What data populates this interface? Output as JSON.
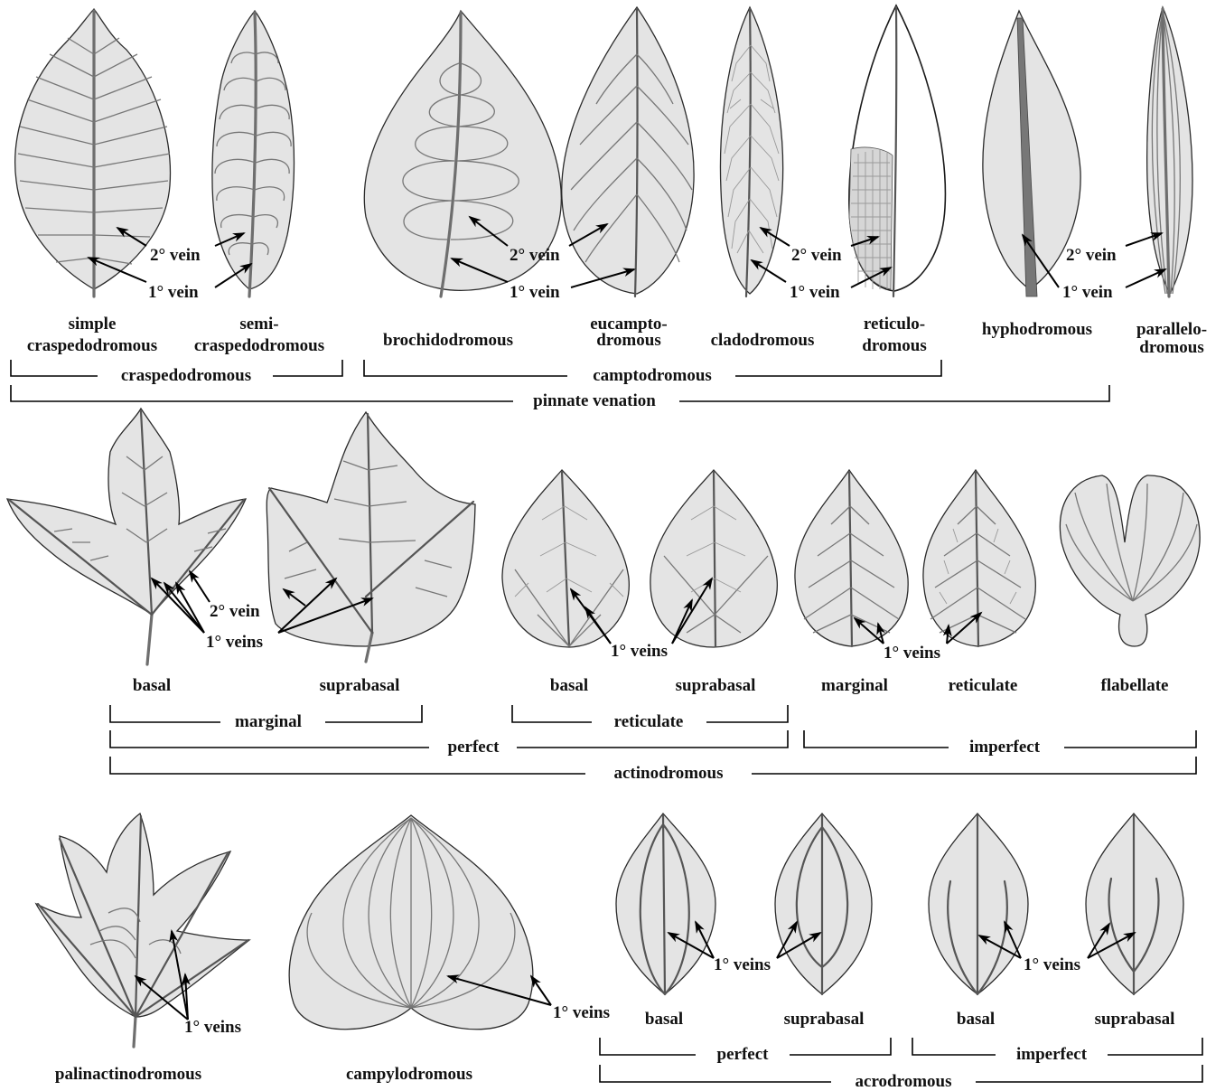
{
  "row1": {
    "labels": {
      "simple": [
        "simple",
        "craspedodromous"
      ],
      "semi": [
        "semi-",
        "craspedodromous"
      ],
      "brochido": "brochidodromous",
      "eucampto": [
        "eucampto-",
        "dromous"
      ],
      "clado": "cladodromous",
      "reticulo": [
        "reticulo-",
        "dromous"
      ],
      "hypho": "hyphodromous",
      "parallelo": [
        "parallelo-",
        "dromous"
      ]
    },
    "vein_labels": {
      "secondary": "2° vein",
      "primary": "1° vein"
    },
    "groups": {
      "craspedodromous": "craspedodromous",
      "camptodromous": "camptodromous",
      "pinnate": "pinnate venation"
    }
  },
  "row2": {
    "labels": {
      "basal1": "basal",
      "suprabasal1": "suprabasal",
      "basal2": "basal",
      "suprabasal2": "suprabasal",
      "marginal": "marginal",
      "reticulate": "reticulate",
      "flabellate": "flabellate"
    },
    "vein_labels": {
      "secondary": "2° vein",
      "primary_a": "1° veins",
      "primary_b": "1° veins",
      "primary_c": "1° veins"
    },
    "groups": {
      "marginal": "marginal",
      "reticulate": "reticulate",
      "perfect": "perfect",
      "imperfect": "imperfect",
      "actinodromous": "actinodromous"
    }
  },
  "row3": {
    "labels": {
      "palinactino": "palinactinodromous",
      "campylo": "campylodromous",
      "basal1": "basal",
      "suprabasal1": "suprabasal",
      "basal2": "basal",
      "suprabasal2": "suprabasal"
    },
    "vein_labels": {
      "palin": "1° veins",
      "campylo": "1° veins",
      "acro_a": "1° veins",
      "acro_b": "1° veins"
    },
    "groups": {
      "perfect": "perfect",
      "imperfect": "imperfect",
      "acrodromous": "acrodromous"
    }
  }
}
